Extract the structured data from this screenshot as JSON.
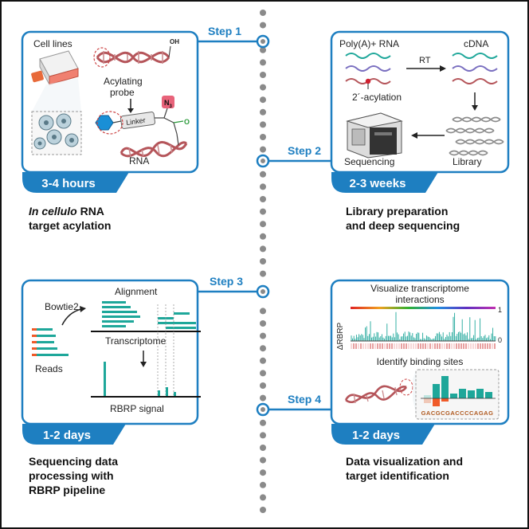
{
  "steps": [
    {
      "label": "Step 1",
      "duration": "3-4 hours",
      "caption_italic": "In cellulo",
      "caption_rest": " RNA",
      "caption_line2": "target acylation",
      "panel": {
        "cell_lines": "Cell lines",
        "oh": "OH",
        "acylating_line1": "Acylating",
        "acylating_line2": "probe",
        "linker": "Linker",
        "n3": "N",
        "n3_sub": "3",
        "o": "O",
        "rna": "RNA"
      }
    },
    {
      "label": "Step 2",
      "duration": "2-3 weeks",
      "caption_line1": "Library preparation",
      "caption_line2": "and deep sequencing",
      "panel": {
        "polya": "Poly(A)+ RNA",
        "cdna": "cDNA",
        "rt": "RT",
        "acylation": "2´-acylation",
        "sequencing": "Sequencing",
        "library": "Library"
      }
    },
    {
      "label": "Step 3",
      "duration": "1-2 days",
      "caption_line1": "Sequencing data",
      "caption_line2": "processing with",
      "caption_line3": "RBRP pipeline",
      "panel": {
        "alignment": "Alignment",
        "bowtie": "Bowtie2",
        "transcriptome": "Transcriptome",
        "reads": "Reads",
        "rbrp_signal": "RBRP signal"
      }
    },
    {
      "label": "Step 4",
      "duration": "1-2 days",
      "caption_line1": "Data visualization and",
      "caption_line2": "target identification",
      "panel": {
        "viz_line1": "Visualize transcriptome",
        "viz_line2": "interactions",
        "ylabel": "ΔRBRP",
        "ymax": "1",
        "ymin": "0",
        "identify": "Identify binding sites",
        "sequence": "GACGCGACCCCAGAG"
      }
    }
  ],
  "colors": {
    "frame_blue": "#1e7fc1",
    "teal": "#1ea79a",
    "orange": "#f05a28",
    "rna_red": "#b5555a",
    "probe_pink": "#e8637a",
    "probe_blue": "#1a8fd6",
    "dot_gray": "#8a8a8a"
  }
}
